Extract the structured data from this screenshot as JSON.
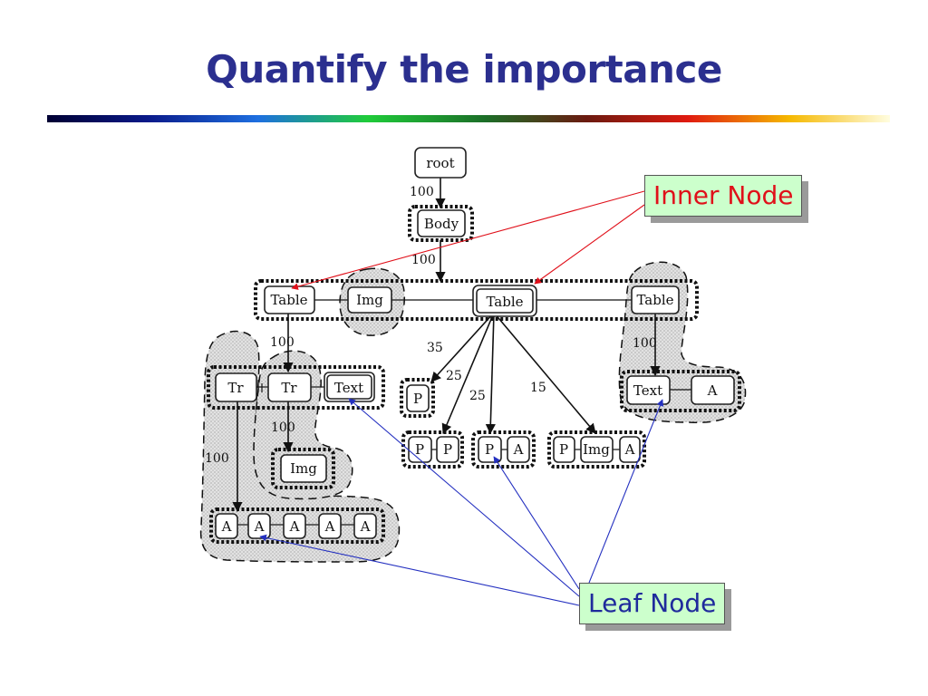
{
  "title": "Quantify the importance",
  "callouts": {
    "inner": "Inner Node",
    "leaf": "Leaf Node"
  },
  "nodes": {
    "root": "root",
    "body": "Body",
    "table_left": "Table",
    "img_top": "Img",
    "table_center": "Table",
    "table_right": "Table",
    "tr_1": "Tr",
    "tr_2": "Tr",
    "text_left": "Text",
    "p_single": "P",
    "p_pair_1": "P",
    "p_pair_2": "P",
    "pa_p": "P",
    "pa_a": "A",
    "pima_p": "P",
    "pima_img": "Img",
    "pima_a": "A",
    "img_lower": "Img",
    "text_right": "Text",
    "a_right": "A",
    "a_row": [
      "A",
      "A",
      "A",
      "A",
      "A"
    ]
  },
  "weights": {
    "root_body": "100",
    "body_table": "100",
    "table_tr": "100",
    "tr_img": "100",
    "tr_a": "100",
    "c_35": "35",
    "c_25a": "25",
    "c_25b": "25",
    "c_15": "15",
    "right_100": "100"
  },
  "colors": {
    "title": "#2b2f8f",
    "callout_bg": "#ccffcc",
    "inner_text": "#e0101a",
    "leaf_text": "#1f2a9c",
    "inner_arrow": "#e0101a",
    "leaf_arrow": "#2430c0"
  }
}
